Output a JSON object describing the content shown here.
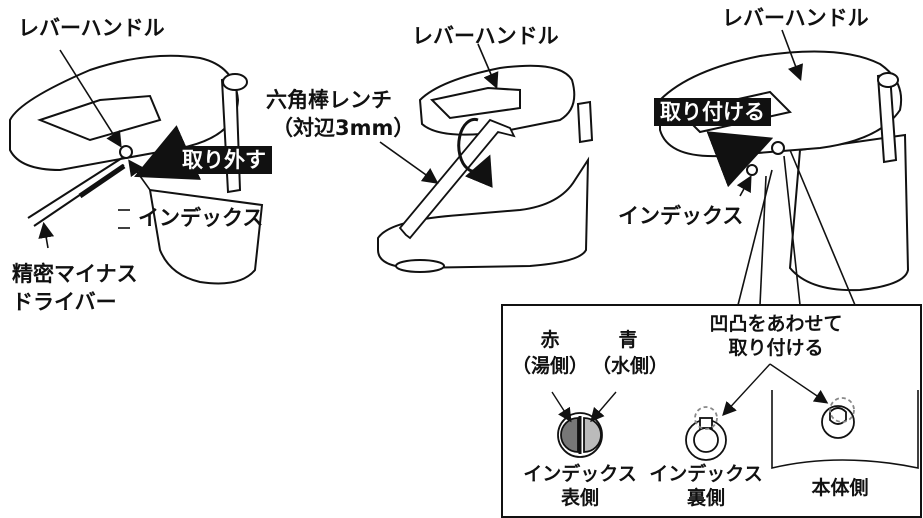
{
  "panel1": {
    "lever_label": "レバーハンドル",
    "action_label": "取り外す",
    "index_label": "インデックス",
    "tool_label_line1": "精密マイナス",
    "tool_label_line2": "ドライバー"
  },
  "panel2": {
    "lever_label": "レバーハンドル",
    "wrench_label_line1": "六角棒レンチ",
    "wrench_label_line2": "（対辺3mm）"
  },
  "panel3": {
    "lever_label": "レバーハンドル",
    "action_label": "取り付ける",
    "index_label": "インデックス"
  },
  "inset": {
    "note_line1": "凹凸をあわせて",
    "note_line2": "取り付ける",
    "red_label": "赤",
    "red_sub": "（湯側）",
    "blue_label": "青",
    "blue_sub": "（水側）",
    "front_label_line1": "インデックス",
    "front_label_line2": "表側",
    "back_label_line1": "インデックス",
    "back_label_line2": "裏側",
    "body_label": "本体側"
  },
  "colors": {
    "ink": "#111111",
    "background": "#ffffff",
    "tag_background": "#111111",
    "tag_text": "#ffffff",
    "guide_dashed": "#888888"
  }
}
